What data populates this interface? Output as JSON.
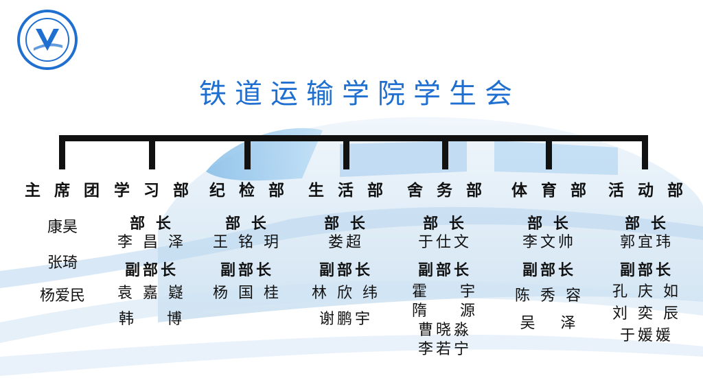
{
  "title": "铁道运输学院学生会",
  "logo": {
    "icon": "school-emblem-icon",
    "color": "#1f6fd0"
  },
  "accent_color": "#1f6fd0",
  "line_color": "#111111",
  "departments": [
    {
      "name": "主 席 团",
      "members": [
        "康昊",
        "张琦",
        "杨爱民"
      ]
    },
    {
      "name": "学 习 部",
      "head_label": "部 长",
      "heads": [
        "李 昌 泽"
      ],
      "deputy_label": "副部长",
      "deputies": [
        "袁 嘉 嶷",
        "韩    博"
      ]
    },
    {
      "name": "纪 检 部",
      "head_label": "部 长",
      "heads": [
        "王 铭 玥"
      ],
      "deputy_label": "副部长",
      "deputies": [
        "杨 国 桂"
      ]
    },
    {
      "name": "生 活 部",
      "head_label": "部 长",
      "heads": [
        "娄超"
      ],
      "deputy_label": "副部长",
      "deputies": [
        "林 欣 纬",
        "谢鹏宇"
      ]
    },
    {
      "name": "舍 务 部",
      "head_label": "部 长",
      "heads": [
        "于仕文"
      ],
      "deputy_label": "副部长",
      "deputies": [
        "霍    宇",
        "隋    源",
        "曹晓淼",
        "李若宁"
      ]
    },
    {
      "name": "体 育 部",
      "head_label": "部 长",
      "heads": [
        "李文帅"
      ],
      "deputy_label": "副部长",
      "deputies": [
        "陈 秀 容",
        "吴   泽"
      ]
    },
    {
      "name": "活 动 部",
      "head_label": "部 长",
      "heads": [
        "郭宜玮"
      ],
      "deputy_label": "副部长",
      "deputies": [
        "孔 庆 如",
        "刘 奕 辰",
        "于媛媛"
      ]
    }
  ]
}
